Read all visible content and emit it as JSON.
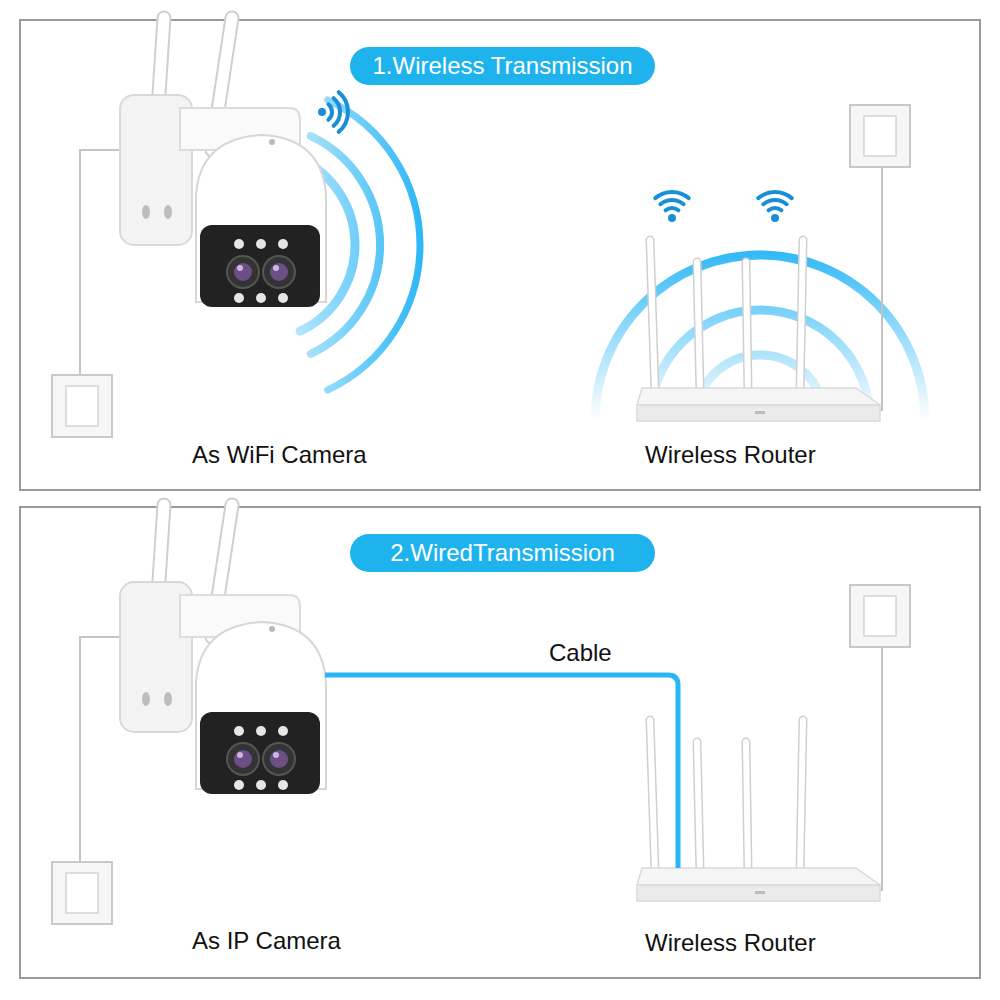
{
  "diagram": {
    "nodes": [
      {
        "text": [
          "1.Wireless Transmission"
        ]
      },
      {
        "text": [
          "As WiFi Camera"
        ]
      },
      {
        "text": [
          "Wireless Router"
        ]
      },
      {
        "text": [
          "2.WiredTransmission"
        ]
      },
      {
        "text": [
          "As IP Camera"
        ]
      },
      {
        "text": [
          "Wireless Router"
        ]
      }
    ],
    "edges": [
      {
        "from": 4,
        "to": 5,
        "label": "Cable",
        "arrow": "none"
      }
    ]
  }
}
